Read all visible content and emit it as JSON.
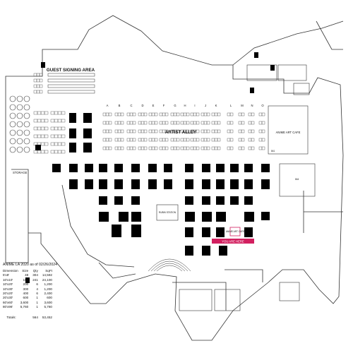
{
  "labels": {
    "guest_signing": "GUEST SIGNING AREA",
    "artist_alley": "ARTIST ALLEY",
    "anime_art_cafe": "ANIME ART CAFE",
    "storage": "STORAGE",
    "rubin_station": "RUBIN STATION",
    "booth_number": "841",
    "booth_number_2": "844",
    "highlight_text": "YOU ARE HERE",
    "cafe_booth": "ANIME ART CAFE"
  },
  "columns": [
    "A",
    "B",
    "C",
    "D",
    "E",
    "F",
    "G",
    "H",
    "I",
    "J",
    "K",
    "L",
    "M",
    "N",
    "O"
  ],
  "colors": {
    "booth_fill": "#000000",
    "line": "#333333",
    "highlight": "#d21f5f"
  },
  "legend": {
    "title": "ANIME LA 2020 as of 02/26/2024",
    "headers": [
      "Dimension",
      "Size",
      "Qty",
      "SqFt"
    ],
    "rows": [
      [
        "5'x8'",
        "48",
        "304",
        "14,592"
      ],
      [
        "10'x10'",
        "100",
        "241",
        "24,100"
      ],
      [
        "10'x20'",
        "200",
        "6",
        "1,200"
      ],
      [
        "10'x30'",
        "300",
        "4",
        "1,200"
      ],
      [
        "20'x20'",
        "400",
        "6",
        "2,400"
      ],
      [
        "20'x30'",
        "600",
        "1",
        "600"
      ],
      [
        "60'x60'",
        "3,600",
        "1",
        "3,600"
      ],
      [
        "80'x96'",
        "5,760",
        "1",
        "5,760"
      ]
    ],
    "totals": [
      "Totals:",
      "564",
      "53,452"
    ]
  }
}
